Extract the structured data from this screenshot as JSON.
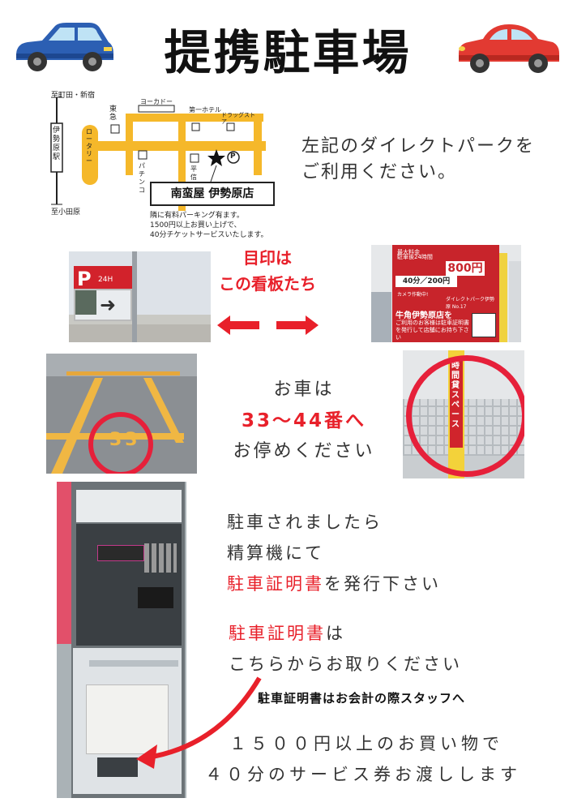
{
  "title": "提携駐車場",
  "map": {
    "labels": {
      "to_machida": "至町田・新宿",
      "station": "伊勢原駅",
      "to_odawara": "至小田原",
      "rotary": "ロータリー",
      "tokyu": "東急",
      "yokado": "ヨーカドー",
      "daiichi_hotel": "第一ホテル",
      "drugstore": "ドラッグストア",
      "pachinko": "パチンコ",
      "hirashin": "平信",
      "parking_mark": "P"
    },
    "shop_name": "南蛮屋 伊勢原店",
    "note": [
      "隣に有料パーキング有ます。",
      "1500円以上お買い上げで、",
      "40分チケットサービスいたします。"
    ]
  },
  "intro": [
    "左記のダイレクトパークを",
    "ご利用ください。"
  ],
  "sign_text": [
    "目印は",
    "この看板たち"
  ],
  "sign_photo": {
    "max_fee_label": "最大料金",
    "max_fee_time": "駐車後24時間",
    "max_fee_value": "800円",
    "rate": "40分／200円",
    "notice_title": "牛角伊勢原店を",
    "notice_body": "ご利用のお客様は駐車証明書を発行して店舗にお持ち下さい",
    "park_name": "ダイレクトパーク伊勢原 No.17",
    "camera": "カメラ作動中!"
  },
  "pole_sign": {
    "p": "P",
    "hours": "24H"
  },
  "space_photo": {
    "number": "33"
  },
  "pole_photo": {
    "text": "時間貸スペース"
  },
  "car_text": {
    "line1": "お車は",
    "line2": "33〜44番へ",
    "line3": "お停めください"
  },
  "parking_text": {
    "line1": "駐車されましたら",
    "line2": "精算機にて",
    "line3_red": "駐車証明書",
    "line3_rest": "を発行下さい"
  },
  "cert_text": {
    "line1_red": "駐車証明書",
    "line1_rest": "は",
    "line2": "こちらからお取りください"
  },
  "staff_text": "駐車証明書はお会計の際スタッフへ",
  "bottom_text": [
    "１５００円以上のお買い物で",
    "４０分のサービス券お渡しします"
  ],
  "colors": {
    "accent_red": "#e8202a",
    "map_yellow": "#f5b82a"
  }
}
